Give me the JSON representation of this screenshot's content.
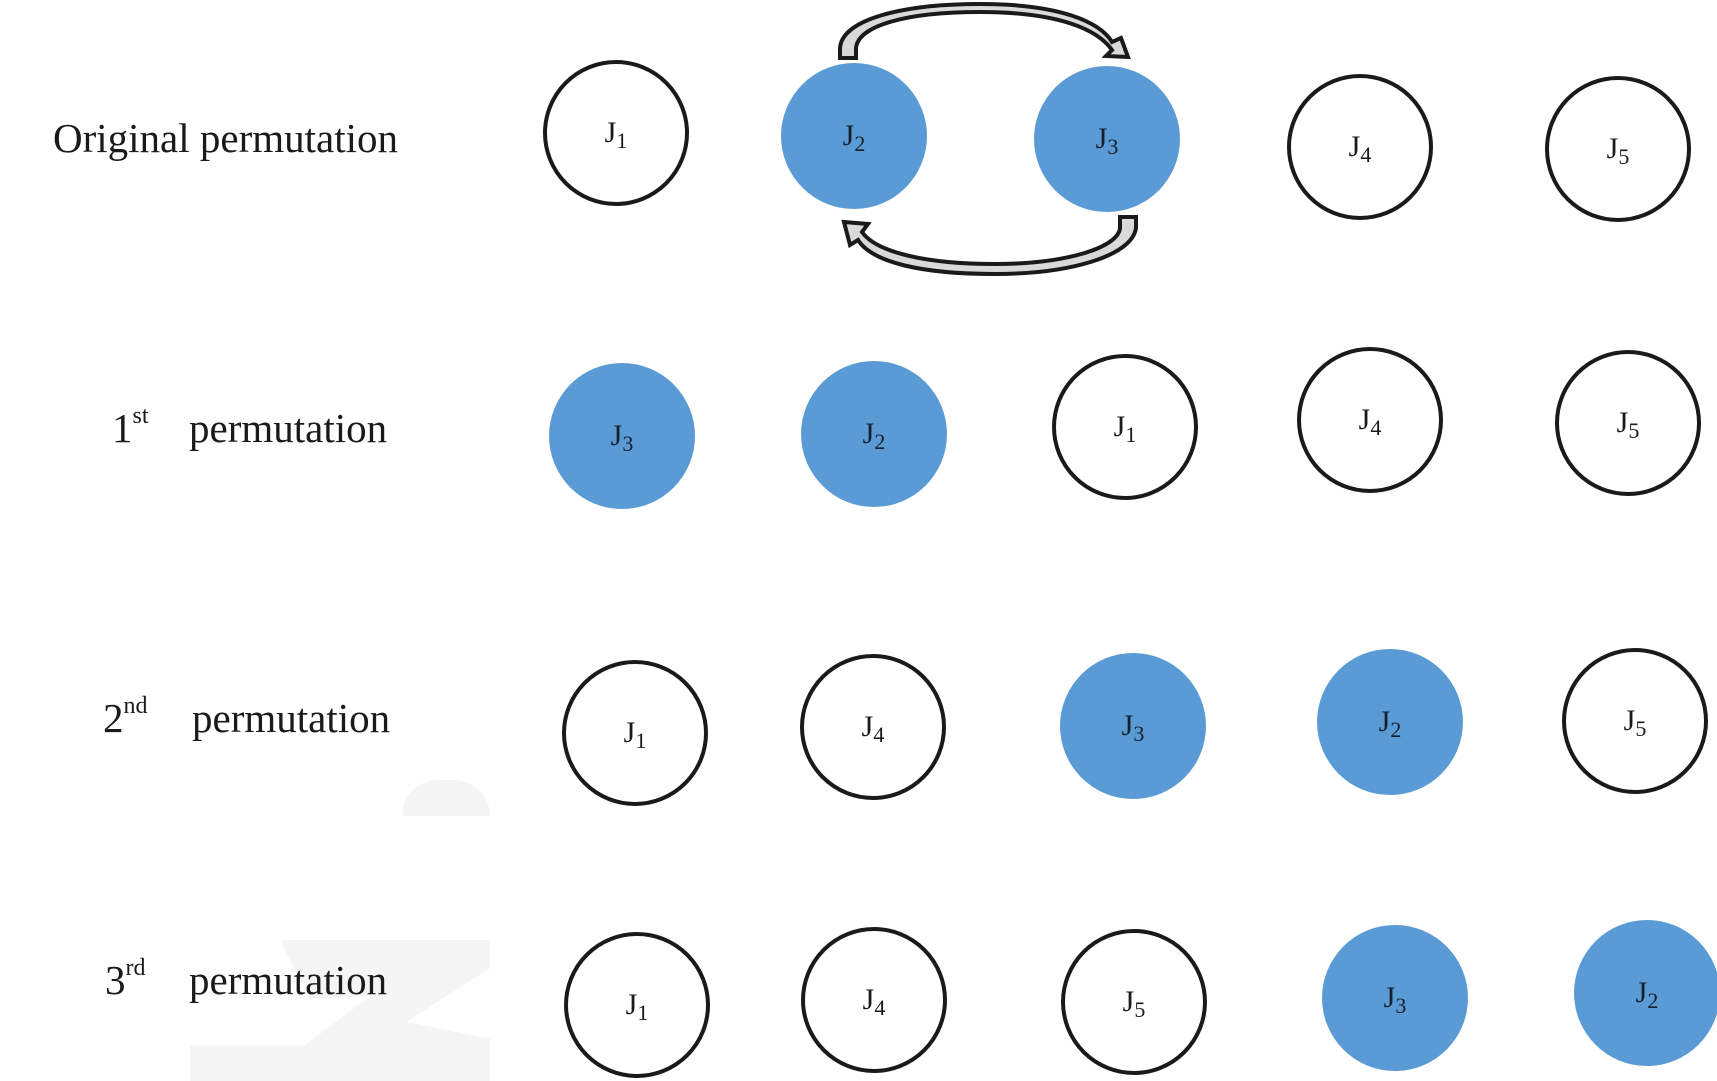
{
  "figure": {
    "description": "Job permutation swap sequence",
    "swap_fill_color": "#5b9bd5",
    "plain_stroke_color": "#1a1a1a",
    "arrow_fill_color": "#d9d9d9",
    "rows": [
      {
        "label_ordinal": "",
        "label_suffix": "",
        "label_word": "Original permutation",
        "jobs": [
          {
            "name": "J",
            "index": "1",
            "swapped": false
          },
          {
            "name": "J",
            "index": "2",
            "swapped": true
          },
          {
            "name": "J",
            "index": "3",
            "swapped": true
          },
          {
            "name": "J",
            "index": "4",
            "swapped": false
          },
          {
            "name": "J",
            "index": "5",
            "swapped": false
          }
        ],
        "swap_arrows": true
      },
      {
        "label_ordinal": "1",
        "label_suffix": "st",
        "label_word": "permutation",
        "jobs": [
          {
            "name": "J",
            "index": "3",
            "swapped": true
          },
          {
            "name": "J",
            "index": "2",
            "swapped": true
          },
          {
            "name": "J",
            "index": "1",
            "swapped": false
          },
          {
            "name": "J",
            "index": "4",
            "swapped": false
          },
          {
            "name": "J",
            "index": "5",
            "swapped": false
          }
        ]
      },
      {
        "label_ordinal": "2",
        "label_suffix": "nd",
        "label_word": "permutation",
        "jobs": [
          {
            "name": "J",
            "index": "1",
            "swapped": false
          },
          {
            "name": "J",
            "index": "4",
            "swapped": false
          },
          {
            "name": "J",
            "index": "3",
            "swapped": true
          },
          {
            "name": "J",
            "index": "2",
            "swapped": true
          },
          {
            "name": "J",
            "index": "5",
            "swapped": false
          }
        ]
      },
      {
        "label_ordinal": "3",
        "label_suffix": "rd",
        "label_word": "permutation",
        "jobs": [
          {
            "name": "J",
            "index": "1",
            "swapped": false
          },
          {
            "name": "J",
            "index": "4",
            "swapped": false
          },
          {
            "name": "J",
            "index": "5",
            "swapped": false
          },
          {
            "name": "J",
            "index": "3",
            "swapped": true
          },
          {
            "name": "J",
            "index": "2",
            "swapped": true
          }
        ]
      }
    ]
  }
}
